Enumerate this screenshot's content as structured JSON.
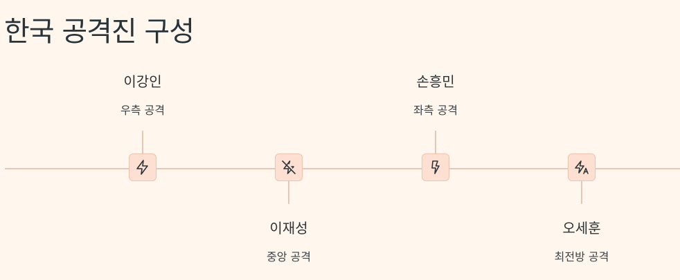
{
  "title": "한국 공격진 구성",
  "colors": {
    "background": "#fff6ee",
    "line": "#e5c7b6",
    "node_fill": "#fde0d1",
    "node_border": "#efc3ad",
    "icon_stroke": "#2b3336"
  },
  "players": [
    {
      "name": "이강인",
      "role": "우측 공격",
      "icon": "zap-icon",
      "label_position": "top"
    },
    {
      "name": "이재성",
      "role": "중앙 공격",
      "icon": "zap-off-icon",
      "label_position": "bottom"
    },
    {
      "name": "손흥민",
      "role": "좌측 공격",
      "icon": "zap-icon",
      "label_position": "top"
    },
    {
      "name": "오세훈",
      "role": "최전방 공격",
      "icon": "zap-a-icon",
      "label_position": "bottom"
    }
  ]
}
